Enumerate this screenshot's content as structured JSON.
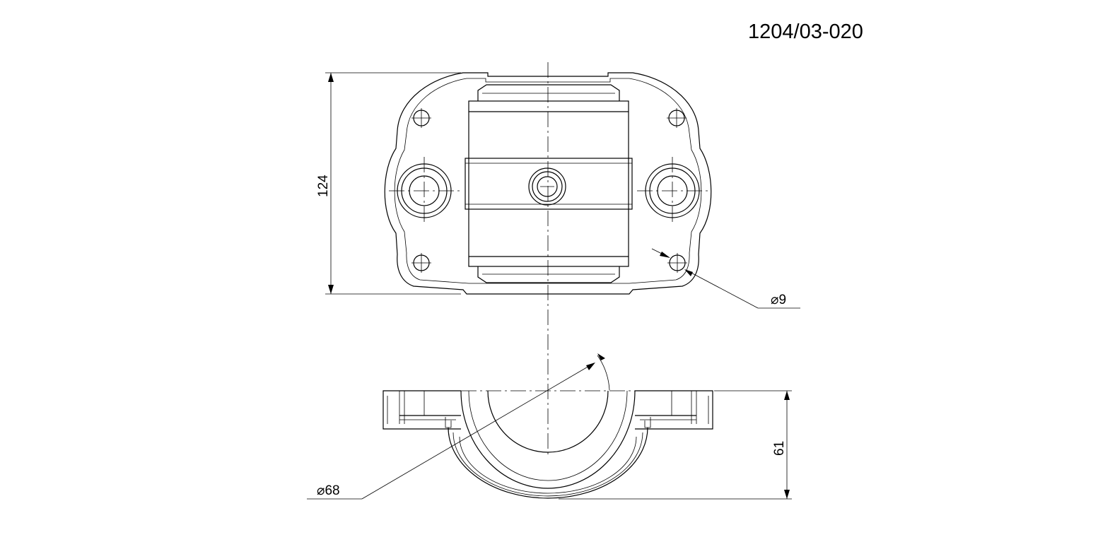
{
  "drawing": {
    "part_number": "1204/03-020",
    "dimensions": {
      "height_top_view": "124",
      "bolt_hole_diameter": "⌀9",
      "bore_diameter": "⌀68",
      "height_side_view": "61"
    }
  }
}
